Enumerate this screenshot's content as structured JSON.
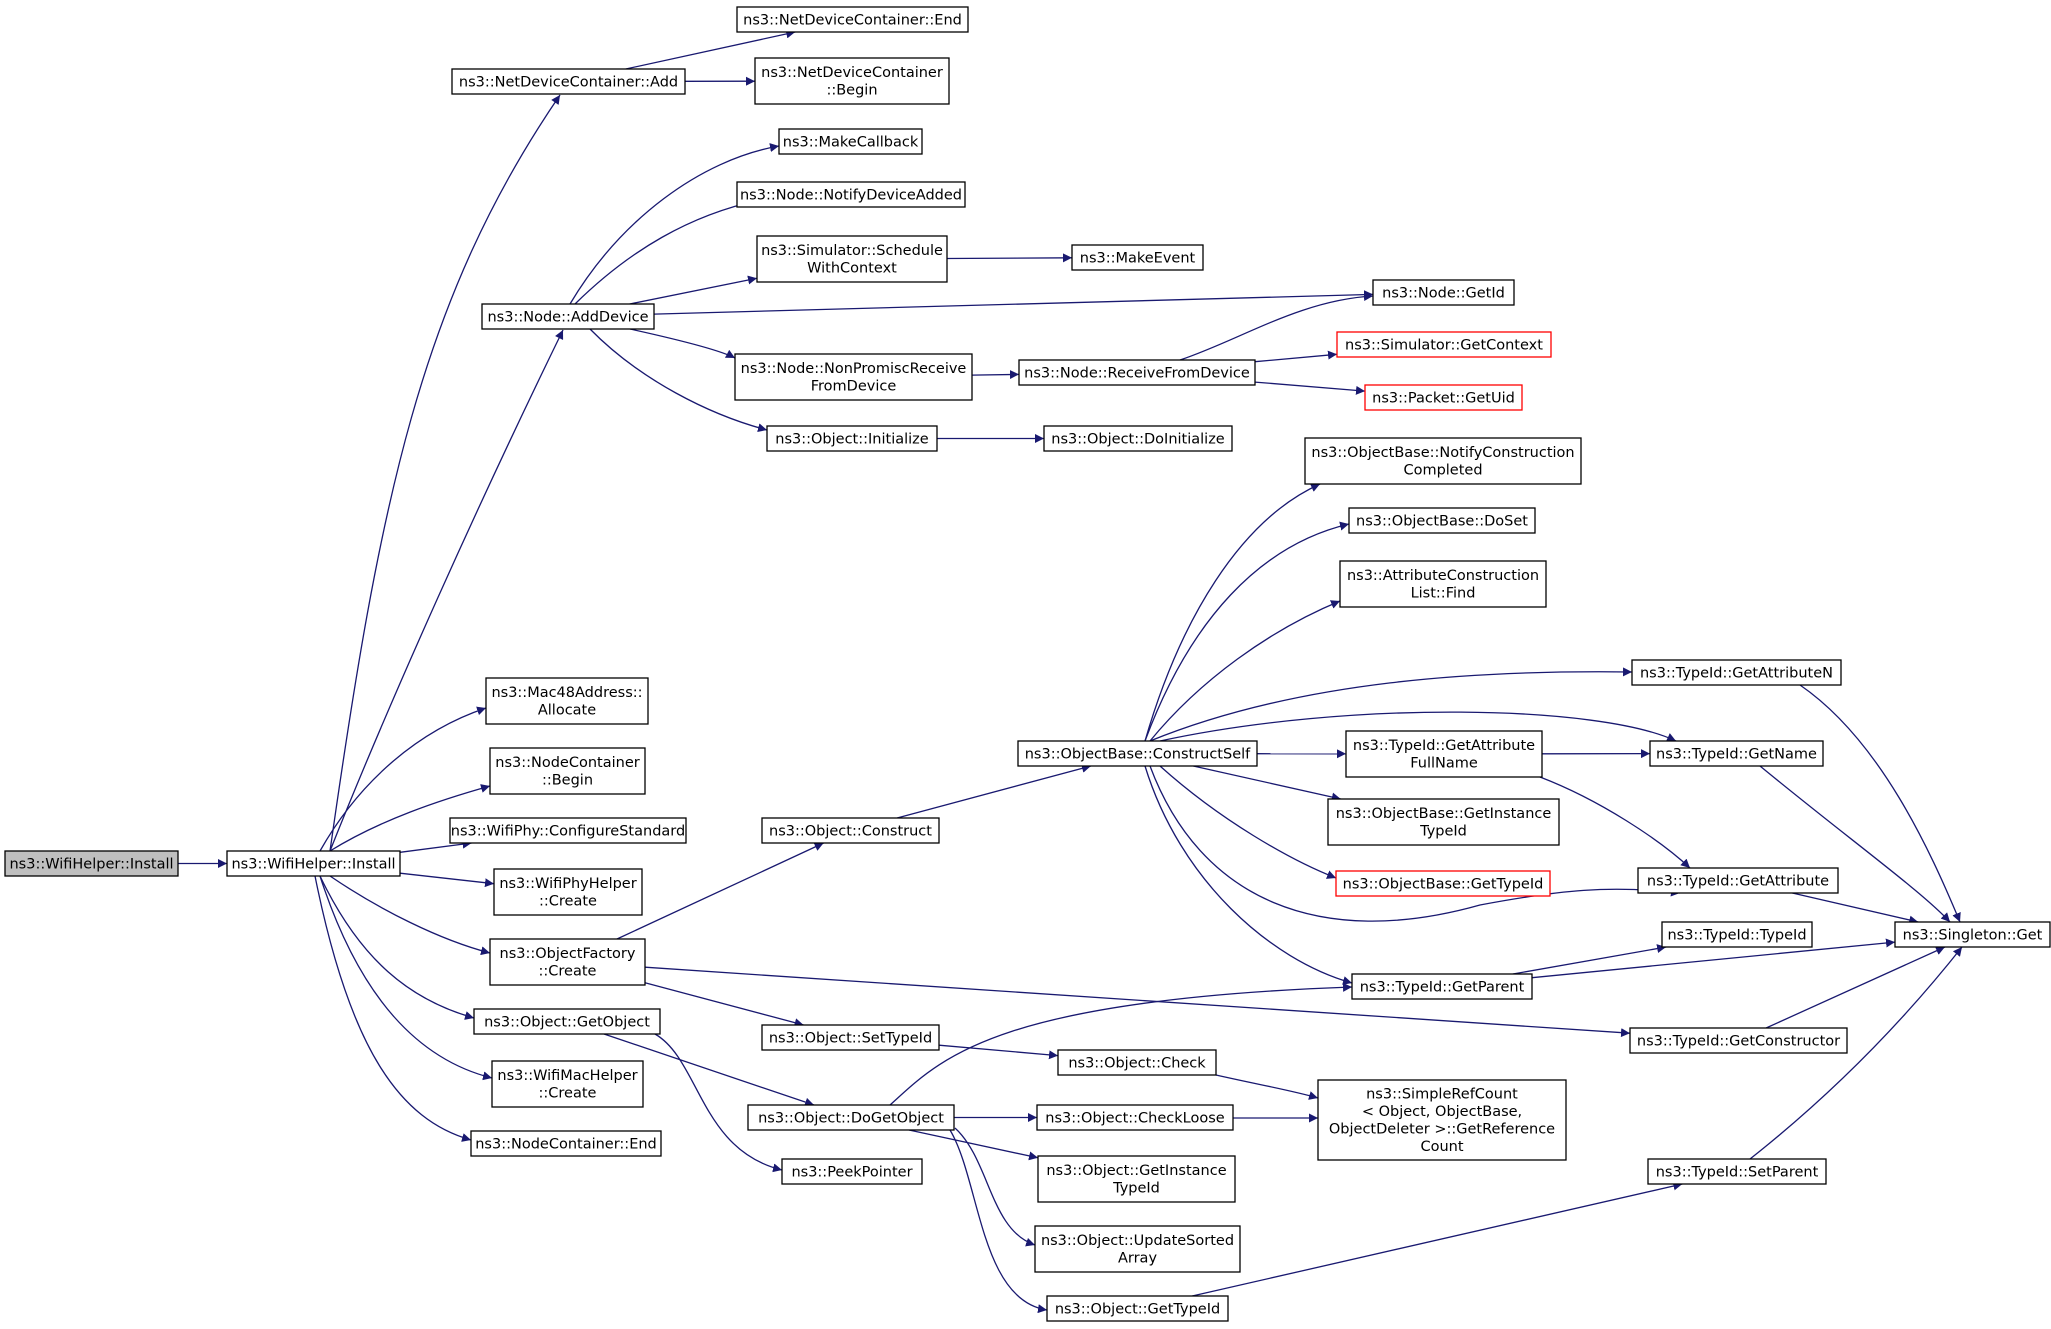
{
  "nodes": [
    {
      "id": "wifihelper_install_root",
      "lines": [
        "ns3::WifiHelper::Install"
      ],
      "style": "root"
    },
    {
      "id": "wifihelper_install",
      "lines": [
        "ns3::WifiHelper::Install"
      ]
    },
    {
      "id": "netdevcont_add",
      "lines": [
        "ns3::NetDeviceContainer::Add"
      ]
    },
    {
      "id": "netdevcont_end",
      "lines": [
        "ns3::NetDeviceContainer::End"
      ]
    },
    {
      "id": "netdevcont_begin",
      "lines": [
        "ns3::NetDeviceContainer",
        "::Begin"
      ]
    },
    {
      "id": "makecallback",
      "lines": [
        "ns3::MakeCallback"
      ]
    },
    {
      "id": "node_notifydeviceadded",
      "lines": [
        "ns3::Node::NotifyDeviceAdded"
      ]
    },
    {
      "id": "simulator_schedulewithcontext",
      "lines": [
        "ns3::Simulator::Schedule",
        "WithContext"
      ]
    },
    {
      "id": "makeevent",
      "lines": [
        "ns3::MakeEvent"
      ]
    },
    {
      "id": "node_adddevice",
      "lines": [
        "ns3::Node::AddDevice"
      ]
    },
    {
      "id": "node_getid",
      "lines": [
        "ns3::Node::GetId"
      ]
    },
    {
      "id": "simulator_getcontext",
      "lines": [
        "ns3::Simulator::GetContext"
      ],
      "style": "external"
    },
    {
      "id": "node_nonpromiscreceive",
      "lines": [
        "ns3::Node::NonPromiscReceive",
        "FromDevice"
      ]
    },
    {
      "id": "node_receivefromdevice",
      "lines": [
        "ns3::Node::ReceiveFromDevice"
      ]
    },
    {
      "id": "packet_getuid",
      "lines": [
        "ns3::Packet::GetUid"
      ],
      "style": "external"
    },
    {
      "id": "object_initialize",
      "lines": [
        "ns3::Object::Initialize"
      ]
    },
    {
      "id": "object_doinitialize",
      "lines": [
        "ns3::Object::DoInitialize"
      ]
    },
    {
      "id": "objectbase_notifyconstruction",
      "lines": [
        "ns3::ObjectBase::NotifyConstruction",
        "Completed"
      ]
    },
    {
      "id": "objectbase_doset",
      "lines": [
        "ns3::ObjectBase::DoSet"
      ]
    },
    {
      "id": "attrconstructionlist_find",
      "lines": [
        "ns3::AttributeConstruction",
        "List::Find"
      ]
    },
    {
      "id": "mac48_allocate",
      "lines": [
        "ns3::Mac48Address::",
        "Allocate"
      ]
    },
    {
      "id": "typeid_getattributen",
      "lines": [
        "ns3::TypeId::GetAttributeN"
      ]
    },
    {
      "id": "nodecontainer_begin",
      "lines": [
        "ns3::NodeContainer",
        "::Begin"
      ]
    },
    {
      "id": "objectbase_constructself",
      "lines": [
        "ns3::ObjectBase::ConstructSelf"
      ]
    },
    {
      "id": "typeid_getattributefullname",
      "lines": [
        "ns3::TypeId::GetAttribute",
        "FullName"
      ]
    },
    {
      "id": "typeid_getname",
      "lines": [
        "ns3::TypeId::GetName"
      ]
    },
    {
      "id": "object_construct",
      "lines": [
        "ns3::Object::Construct"
      ]
    },
    {
      "id": "wifiphy_configurestandard",
      "lines": [
        "ns3::WifiPhy::ConfigureStandard"
      ]
    },
    {
      "id": "objectbase_getinstancetypeid",
      "lines": [
        "ns3::ObjectBase::GetInstance",
        "TypeId"
      ]
    },
    {
      "id": "wifiphyhelper_create",
      "lines": [
        "ns3::WifiPhyHelper",
        "::Create"
      ]
    },
    {
      "id": "objectbase_gettypeid",
      "lines": [
        "ns3::ObjectBase::GetTypeId"
      ],
      "style": "external"
    },
    {
      "id": "typeid_getattribute",
      "lines": [
        "ns3::TypeId::GetAttribute"
      ]
    },
    {
      "id": "singleton_get",
      "lines": [
        "ns3::Singleton::Get"
      ]
    },
    {
      "id": "typeid_typeid",
      "lines": [
        "ns3::TypeId::TypeId"
      ]
    },
    {
      "id": "objectfactory_create",
      "lines": [
        "ns3::ObjectFactory",
        "::Create"
      ]
    },
    {
      "id": "typeid_getparent",
      "lines": [
        "ns3::TypeId::GetParent"
      ]
    },
    {
      "id": "object_getobject",
      "lines": [
        "ns3::Object::GetObject"
      ]
    },
    {
      "id": "typeid_getconstructor",
      "lines": [
        "ns3::TypeId::GetConstructor"
      ]
    },
    {
      "id": "object_settypeid",
      "lines": [
        "ns3::Object::SetTypeId"
      ]
    },
    {
      "id": "object_check",
      "lines": [
        "ns3::Object::Check"
      ]
    },
    {
      "id": "wifimachelper_create",
      "lines": [
        "ns3::WifiMacHelper",
        "::Create"
      ]
    },
    {
      "id": "simplerefcount_getreferencecount",
      "lines": [
        "ns3::SimpleRefCount",
        "< Object, ObjectBase,",
        "ObjectDeleter >::GetReference",
        "Count"
      ]
    },
    {
      "id": "object_dogetobject",
      "lines": [
        "ns3::Object::DoGetObject"
      ]
    },
    {
      "id": "object_checkloose",
      "lines": [
        "ns3::Object::CheckLoose"
      ]
    },
    {
      "id": "nodecontainer_end",
      "lines": [
        "ns3::NodeContainer::End"
      ]
    },
    {
      "id": "peekpointer",
      "lines": [
        "ns3::PeekPointer"
      ]
    },
    {
      "id": "object_getinstancetypeid",
      "lines": [
        "ns3::Object::GetInstance",
        "TypeId"
      ]
    },
    {
      "id": "typeid_setparent",
      "lines": [
        "ns3::TypeId::SetParent"
      ]
    },
    {
      "id": "object_updatesortedarray",
      "lines": [
        "ns3::Object::UpdateSorted",
        "Array"
      ]
    },
    {
      "id": "object_gettypeid",
      "lines": [
        "ns3::Object::GetTypeId"
      ]
    }
  ],
  "edges": [
    [
      "wifihelper_install_root",
      "wifihelper_install"
    ],
    [
      "wifihelper_install",
      "netdevcont_add"
    ],
    [
      "wifihelper_install",
      "node_adddevice"
    ],
    [
      "wifihelper_install",
      "mac48_allocate"
    ],
    [
      "wifihelper_install",
      "nodecontainer_begin"
    ],
    [
      "wifihelper_install",
      "wifiphy_configurestandard"
    ],
    [
      "wifihelper_install",
      "wifiphyhelper_create"
    ],
    [
      "wifihelper_install",
      "objectfactory_create"
    ],
    [
      "wifihelper_install",
      "object_getobject"
    ],
    [
      "wifihelper_install",
      "wifimachelper_create"
    ],
    [
      "wifihelper_install",
      "nodecontainer_end"
    ],
    [
      "netdevcont_add",
      "netdevcont_end"
    ],
    [
      "netdevcont_add",
      "netdevcont_begin"
    ],
    [
      "node_adddevice",
      "makecallback"
    ],
    [
      "node_adddevice",
      "node_notifydeviceadded"
    ],
    [
      "node_adddevice",
      "simulator_schedulewithcontext"
    ],
    [
      "node_adddevice",
      "node_getid"
    ],
    [
      "node_adddevice",
      "node_nonpromiscreceive"
    ],
    [
      "node_adddevice",
      "object_initialize"
    ],
    [
      "simulator_schedulewithcontext",
      "makeevent"
    ],
    [
      "node_nonpromiscreceive",
      "node_receivefromdevice"
    ],
    [
      "node_receivefromdevice",
      "node_getid"
    ],
    [
      "node_receivefromdevice",
      "simulator_getcontext"
    ],
    [
      "node_receivefromdevice",
      "packet_getuid"
    ],
    [
      "object_initialize",
      "object_doinitialize"
    ],
    [
      "objectfactory_create",
      "object_construct"
    ],
    [
      "objectfactory_create",
      "object_settypeid"
    ],
    [
      "objectfactory_create",
      "typeid_getconstructor"
    ],
    [
      "object_construct",
      "objectbase_constructself"
    ],
    [
      "objectbase_constructself",
      "objectbase_notifyconstruction"
    ],
    [
      "objectbase_constructself",
      "objectbase_doset"
    ],
    [
      "objectbase_constructself",
      "attrconstructionlist_find"
    ],
    [
      "objectbase_constructself",
      "typeid_getattributen"
    ],
    [
      "objectbase_constructself",
      "typeid_getname"
    ],
    [
      "objectbase_constructself",
      "typeid_getattributefullname"
    ],
    [
      "objectbase_constructself",
      "objectbase_getinstancetypeid"
    ],
    [
      "objectbase_constructself",
      "objectbase_gettypeid"
    ],
    [
      "objectbase_constructself",
      "typeid_getattribute"
    ],
    [
      "objectbase_constructself",
      "typeid_getparent"
    ],
    [
      "typeid_getattributefullname",
      "typeid_getname"
    ],
    [
      "typeid_getattributefullname",
      "typeid_getattribute"
    ],
    [
      "typeid_getattributen",
      "singleton_get"
    ],
    [
      "typeid_getname",
      "singleton_get"
    ],
    [
      "typeid_getattribute",
      "singleton_get"
    ],
    [
      "typeid_getparent",
      "typeid_typeid"
    ],
    [
      "typeid_getparent",
      "singleton_get"
    ],
    [
      "typeid_getconstructor",
      "singleton_get"
    ],
    [
      "typeid_setparent",
      "singleton_get"
    ],
    [
      "object_settypeid",
      "object_check"
    ],
    [
      "object_getobject",
      "object_dogetobject"
    ],
    [
      "object_getobject",
      "peekpointer"
    ],
    [
      "object_check",
      "simplerefcount_getreferencecount"
    ],
    [
      "object_dogetobject",
      "typeid_getparent"
    ],
    [
      "object_dogetobject",
      "object_checkloose"
    ],
    [
      "object_dogetobject",
      "object_getinstancetypeid"
    ],
    [
      "object_dogetobject",
      "object_updatesortedarray"
    ],
    [
      "object_dogetobject",
      "object_gettypeid"
    ],
    [
      "object_checkloose",
      "simplerefcount_getreferencecount"
    ],
    [
      "object_gettypeid",
      "typeid_setparent"
    ]
  ],
  "colors": {
    "edge": "#191970",
    "node_border": "#000000",
    "root_fill": "#bfbfbf",
    "external_border": "#ff0000"
  }
}
